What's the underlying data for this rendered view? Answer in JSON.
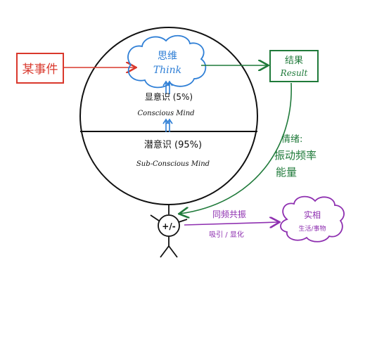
{
  "diagram": {
    "event_box": {
      "label": "某事件",
      "color": "#d9382c"
    },
    "cloud": {
      "label_cn": "思维",
      "label_en": "Think",
      "color": "#2f7fd6"
    },
    "result_box": {
      "label_cn": "结果",
      "label_en": "Result",
      "color": "#1f7a3a"
    },
    "conscious": {
      "label_cn": "显意识 (5%)",
      "label_en": "Conscious Mind"
    },
    "subconscious": {
      "label_cn": "潜意识 (95%)",
      "label_en": "Sub-Conscious Mind"
    },
    "emotion_note": {
      "line1": "情绪:",
      "line2": "振动频率",
      "line3": "能量",
      "color": "#1f7a3a"
    },
    "person": {
      "symbol": "+/-"
    },
    "resonance": {
      "label": "同频共振",
      "sublabel": "吸引 / 显化",
      "color": "#8e2fb0"
    },
    "reality_cloud": {
      "label_cn": "实相",
      "sublabel": "生活/事物",
      "color": "#8e2fb0"
    }
  }
}
